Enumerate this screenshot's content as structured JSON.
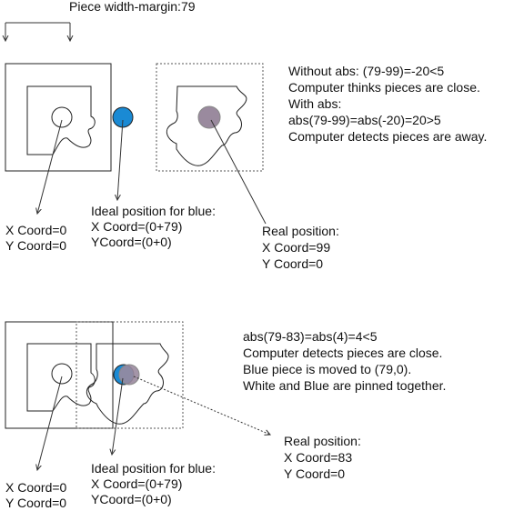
{
  "top_label": "Piece width-margin:79",
  "scenario1": {
    "white_coord_x": "X Coord=0",
    "white_coord_y": "Y Coord=0",
    "ideal_title": "Ideal position for blue:",
    "ideal_x": "X Coord=(0+79)",
    "ideal_y": "YCoord=(0+0)",
    "real_title": "Real position:",
    "real_x": "X Coord=99",
    "real_y": "Y Coord=0",
    "notes": [
      "Without abs: (79-99)=-20<5",
      "Computer thinks pieces are close.",
      "With abs:",
      "abs(79-99)=abs(-20)=20>5",
      "Computer detects pieces are away."
    ]
  },
  "scenario2": {
    "white_coord_x": "X Coord=0",
    "white_coord_y": "Y Coord=0",
    "ideal_title": "Ideal position for blue:",
    "ideal_x": "X Coord=(0+79)",
    "ideal_y": "YCoord=(0+0)",
    "real_title": "Real position:",
    "real_x": "X Coord=83",
    "real_y": "Y Coord=0",
    "notes": [
      "abs(79-83)=abs(4)=4<5",
      "Computer detects pieces are close.",
      "Blue piece is moved to (79,0).",
      "White and Blue are pinned together."
    ]
  },
  "colors": {
    "blue_marker": "#1a8ad4",
    "gray_marker": "#9a8a9e",
    "line": "#333333"
  }
}
